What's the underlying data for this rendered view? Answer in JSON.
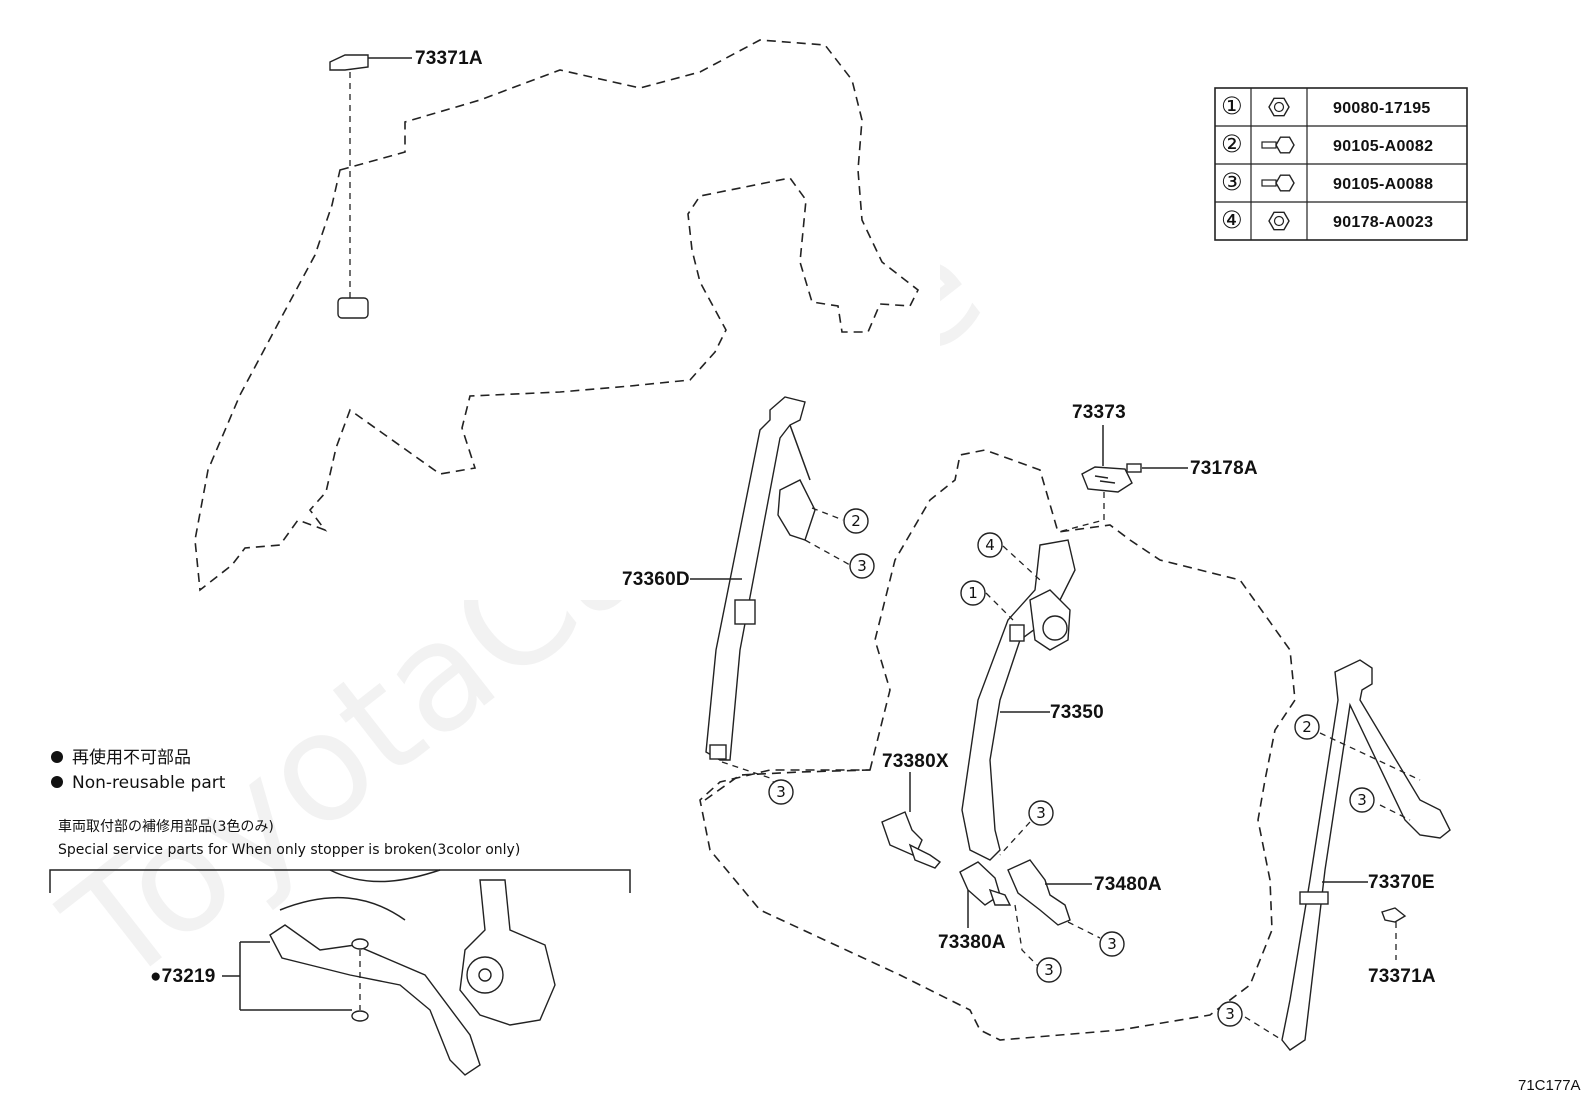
{
  "watermark": "ToyotaCarMine",
  "figure_code": "71C177A",
  "legend": {
    "line1": "再使用不可部品",
    "line2": "Non-reusable part"
  },
  "service_note": {
    "line1": "車両取付部の補修用部品(3色のみ)",
    "line2": "Special service parts for When only stopper is broken(3color only)"
  },
  "fastener_table": [
    {
      "num": "①",
      "part_no": "90080-17195",
      "icon": "nut-icon"
    },
    {
      "num": "②",
      "part_no": "90105-A0082",
      "icon": "bolt-icon"
    },
    {
      "num": "③",
      "part_no": "90105-A0088",
      "icon": "bolt-icon"
    },
    {
      "num": "④",
      "part_no": "90178-A0023",
      "icon": "nut-icon"
    }
  ],
  "labels": {
    "p73371a_top": "73371A",
    "p73373": "73373",
    "p73178a": "73178A",
    "p73360d": "73360D",
    "p73350": "73350",
    "p73380x": "73380X",
    "p73480a": "73480A",
    "p73380a": "73380A",
    "p73370e": "73370E",
    "p73371a_bottom": "73371A",
    "p73219": "●73219"
  },
  "callouts": {
    "c1": "1",
    "c2": "2",
    "c3": "3",
    "c4": "4"
  }
}
